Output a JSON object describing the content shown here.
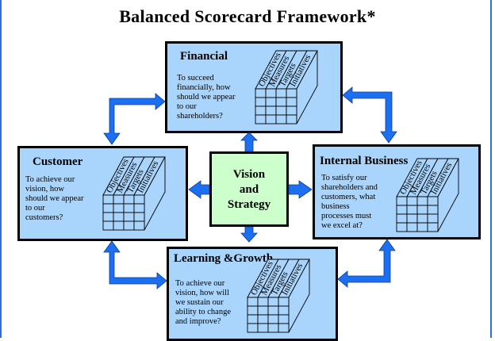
{
  "title": "Balanced Scorecard Framework*",
  "center": {
    "lines": [
      "Vision",
      "and",
      "Strategy"
    ]
  },
  "grid_headers": [
    "Objectives",
    "Measures",
    "Targets",
    "Initiatives"
  ],
  "perspectives": {
    "financial": {
      "title": "Financial",
      "text": [
        "To succeed",
        "financially, how",
        "should we appear",
        "to our",
        "shareholders?"
      ]
    },
    "customer": {
      "title": "Customer",
      "text": [
        "To achieve our",
        "vision, how",
        "should we appear",
        "to our",
        "customers?"
      ]
    },
    "internal": {
      "title": "Internal Business",
      "text": [
        "To satisfy our",
        "shareholders and",
        "customers, what",
        "business",
        "processes must",
        "we excel at?"
      ]
    },
    "learning": {
      "title": "Learning &Growth",
      "text": [
        "To achieve our",
        "vision, how will",
        "we sustain our",
        "ability to change",
        "and improve?"
      ]
    }
  },
  "colors": {
    "box_fill": "#a9d4fb",
    "center_fill": "#ccffcc",
    "arrow": "#1d6ff2",
    "border": "#000000"
  }
}
